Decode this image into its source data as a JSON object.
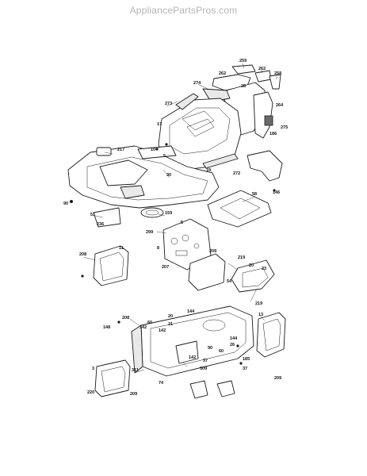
{
  "watermark": "AppliancePartsPros.com",
  "callouts": {
    "c259": "259",
    "c262a": "262",
    "c258": "258",
    "c262b": "262",
    "c274": "274",
    "c28": "28",
    "c264": "264",
    "c273": "273",
    "c275": "275",
    "c186": "186",
    "c17": "17",
    "c217": "217",
    "c10a": "10",
    "c5a": "5",
    "c30": "30",
    "c10b": "10",
    "c272": "272",
    "c146": "146",
    "c90": "90",
    "c58": "58",
    "c51": "51",
    "c159": "159",
    "c236": "236",
    "c5b": "5",
    "c299": "299",
    "c11": "11",
    "c209a": "209",
    "c8": "8",
    "c208a": "208",
    "c207": "207",
    "c219a": "219",
    "c20a": "20",
    "c23": "23",
    "c54": "54",
    "c219b": "219",
    "c144a": "144",
    "c208b": "208",
    "c60": "60",
    "c20b": "20",
    "c13": "13",
    "c148": "148",
    "c142a": "142",
    "c142b": "142",
    "c144b": "144",
    "c21": "21",
    "c26": "26",
    "c90b": "90",
    "c60b": "60",
    "c37": "37",
    "c185": "185",
    "c142c": "142",
    "c309": "309",
    "c37b": "37",
    "c3": "3",
    "c311": "311",
    "c74": "74",
    "c209b": "209",
    "c209c": "209",
    "c220": "220"
  }
}
